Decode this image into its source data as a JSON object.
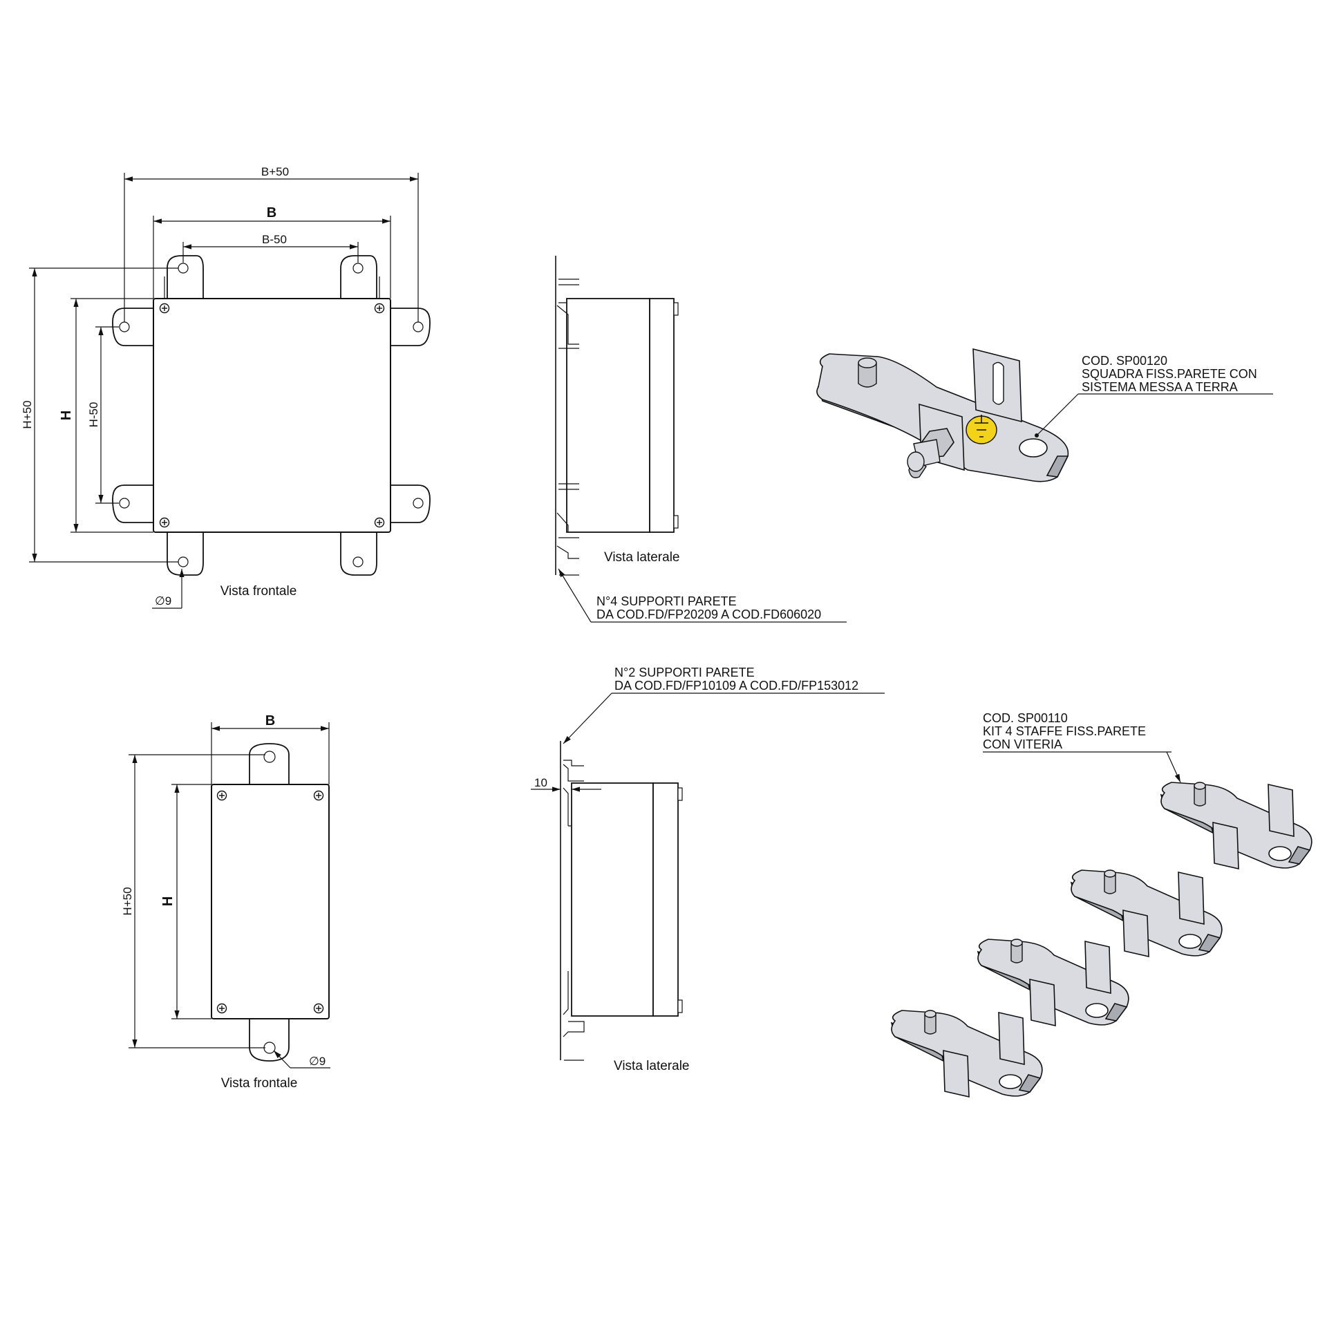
{
  "top": {
    "front": {
      "dim_b_plus": "B+50",
      "dim_b": "B",
      "dim_b_minus": "B-50",
      "dim_h_plus": "H+50",
      "dim_h": "H",
      "dim_h_minus": "H-50",
      "hole_label": "∅9",
      "caption": "Vista frontale"
    },
    "side": {
      "caption": "Vista laterale",
      "note_line1": "N°4 SUPPORTI PARETE",
      "note_line2": "DA COD.FD/FP20209 A COD.FD606020"
    },
    "bracket_note": {
      "line1": "COD. SP00120",
      "line2": "SQUADRA FISS.PARETE CON",
      "line3": "SISTEMA MESSA A TERRA"
    }
  },
  "bottom": {
    "front": {
      "dim_b": "B",
      "dim_h_plus": "H+50",
      "dim_h": "H",
      "hole_label": "∅9",
      "caption": "Vista frontale"
    },
    "side": {
      "caption": "Vista laterale",
      "note_line1": "N°2 SUPPORTI PARETE",
      "note_line2": "DA COD.FD/FP10109 A COD.FD/FP153012",
      "offset_label": "10"
    },
    "kit_note": {
      "line1": "COD. SP00110",
      "line2": "KIT 4 STAFFE FISS.PARETE",
      "line3": "CON VITERIA"
    }
  },
  "colors": {
    "line": "#111111",
    "bracket_light": "#d9dbe1",
    "bracket_dark": "#a9abb3",
    "ground_label": "#f2d21a"
  }
}
